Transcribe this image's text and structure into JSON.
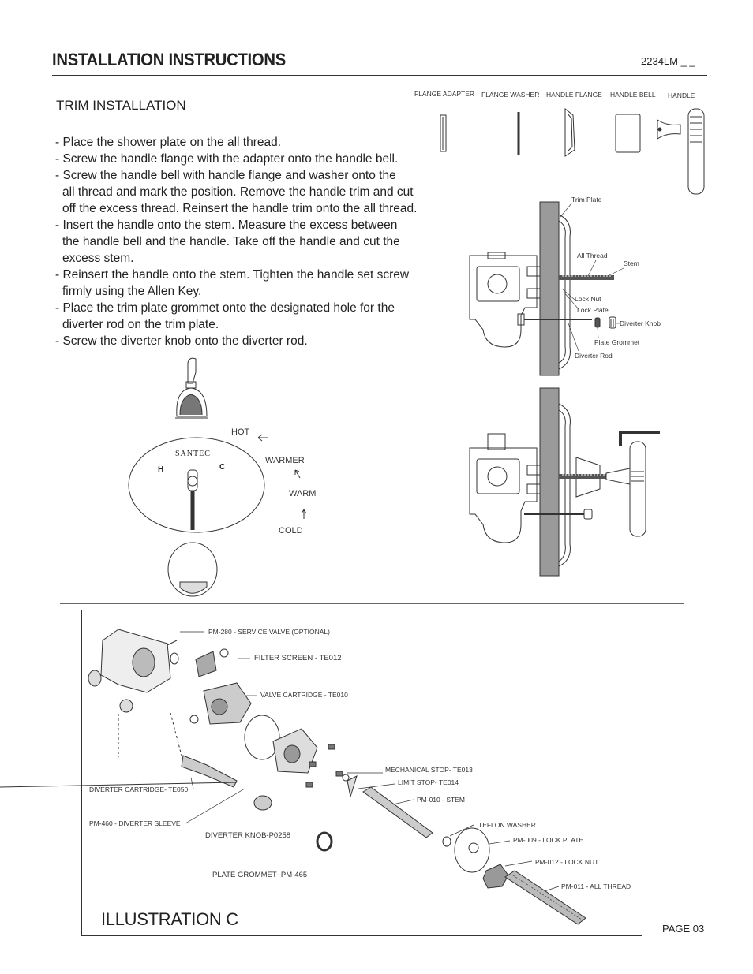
{
  "header": {
    "title": "INSTALLATION INSTRUCTIONS",
    "model": "2234LM _ _"
  },
  "trim": {
    "heading": "TRIM INSTALLATION",
    "lines": [
      "- Place the shower plate on the all thread.",
      "- Screw the handle flange with the adapter onto the handle bell.",
      "- Screw the handle bell with handle flange and washer onto the",
      "all thread and mark the position. Remove the handle trim and cut",
      "off the excess thread. Reinsert the handle trim onto the all thread.",
      "- Insert the handle onto the stem. Measure the excess between",
      "the handle bell and the handle. Take off the handle and cut the",
      "excess stem.",
      "- Reinsert the handle onto the stem. Tighten the handle set screw",
      "firmly using the Allen Key.",
      "- Place the trim plate grommet onto the designated hole for the",
      "diverter rod on the trim plate.",
      "- Screw the diverter knob onto the diverter rod."
    ]
  },
  "parts_row": {
    "flange_adapter": "FLANGE ADAPTER",
    "flange_washer": "FLANGE WASHER",
    "handle_flange": "HANDLE FLANGE",
    "handle_bell": "HANDLE BELL",
    "handle": "HANDLE"
  },
  "section_labels": {
    "trim_plate": "Trim Plate",
    "all_thread": "All Thread",
    "stem": "Stem",
    "lock_nut": "Lock Nut",
    "lock_plate": "Lock Plate",
    "diverter_knob": "Diverter Knob",
    "plate_grommet": "Plate Grommet",
    "diverter_rod": "Diverter Rod"
  },
  "temperature": {
    "hot": "HOT",
    "warmer": "WARMER",
    "warm": "WARM",
    "cold": "COLD",
    "brand": "SANTEC",
    "h": "H",
    "c": "C"
  },
  "exploded": {
    "service_valve": "PM-280 - SERVICE VALVE (OPTIONAL)",
    "filter_screen": "FILTER SCREEN - TE012",
    "valve_cartridge": "VALVE CARTRIDGE -  TE010",
    "mechanical_stop": "MECHANICAL STOP- TE013",
    "limit_stop": "LIMIT STOP- TE014",
    "stem": "PM-010 - STEM",
    "diverter_cartridge": "DIVERTER CARTRIDGE- TE050",
    "diverter_sleeve": "PM-460 - DIVERTER SLEEVE",
    "diverter_knob": "DIVERTER KNOB-P0258",
    "teflon_washer": "TEFLON WASHER",
    "lock_plate": "PM-009 - LOCK PLATE",
    "lock_nut": "PM-012 - LOCK NUT",
    "plate_grommet": "PLATE GROMMET- PM-465",
    "all_thread": "PM-011 - ALL THREAD",
    "illustration": "ILLUSTRATION C"
  },
  "footer": {
    "page": "PAGE 03"
  }
}
